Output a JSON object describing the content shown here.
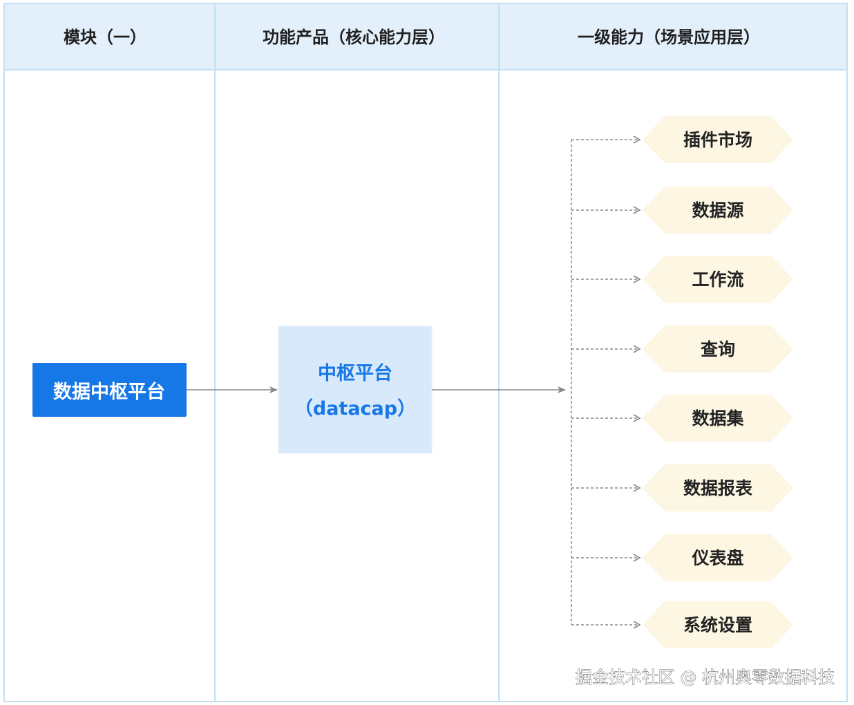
{
  "columns": [
    {
      "header": "模块（一）"
    },
    {
      "header": "功能产品（核心能力层）"
    },
    {
      "header": "一级能力（场景应用层）"
    }
  ],
  "module": {
    "label": "数据中枢平台"
  },
  "core": {
    "line1": "中枢平台",
    "line2": "（datacap）"
  },
  "capabilities": [
    {
      "label": "插件市场"
    },
    {
      "label": "数据源"
    },
    {
      "label": "工作流"
    },
    {
      "label": "查询"
    },
    {
      "label": "数据集"
    },
    {
      "label": "数据报表"
    },
    {
      "label": "仪表盘"
    },
    {
      "label": "系统设置"
    }
  ],
  "watermark": "掘金技术社区 @ 杭州奥零数据科技",
  "colors": {
    "header_bg": "#e3f0fc",
    "grid_line": "#c2dff3",
    "module_bg": "#1677e6",
    "core_bg": "#d8e9fb",
    "core_text": "#1677e6",
    "hex_fill": "#fcf6e3",
    "connector": "#888888"
  }
}
